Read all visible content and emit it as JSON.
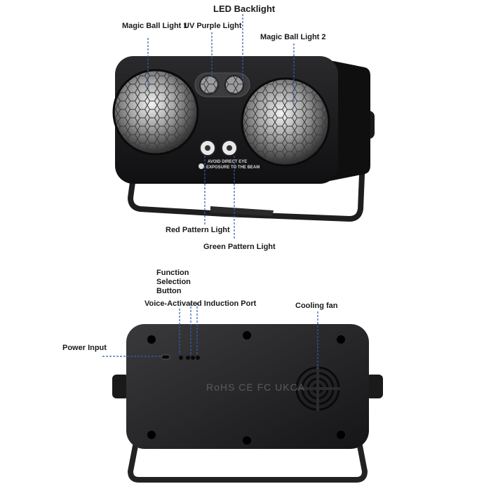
{
  "front_labels": {
    "led_backlight": "LED Backlight",
    "magic_ball_1": "Magic Ball Light 1",
    "uv_purple": "UV Purple Light",
    "magic_ball_2": "Magic Ball Light 2",
    "red_pattern": "Red Pattern Light",
    "green_pattern": "Green Pattern Light"
  },
  "device_print": {
    "warning_line1": "AVOID DIRECT EYE",
    "warning_line2": "EXPOSURE TO THE BEAM"
  },
  "back_labels": {
    "function_line1": "Function",
    "function_line2": "Selection",
    "function_line3": "Button",
    "voice_port": "Voice-Activated Induction Port",
    "cooling_fan": "Cooling fan",
    "power_input": "Power Input"
  },
  "back_print": {
    "certifications": "RoHS CE FC UKCA"
  },
  "colors": {
    "leader_line": "#2f5fa8",
    "body": "#1c1c1e",
    "label_text": "#1a1a1a"
  }
}
